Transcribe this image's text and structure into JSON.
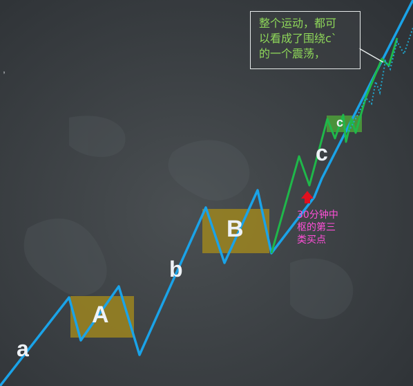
{
  "segments": {
    "a": "a",
    "b": "b",
    "c_large": "c",
    "c_small": "c"
  },
  "pivots": {
    "A": "A",
    "B": "B"
  },
  "callout": {
    "lines": [
      "整个运动，都可",
      "以看成了围绕c`",
      "的一个震荡，"
    ]
  },
  "buy_point_note": {
    "lines": [
      "30分钟中",
      "枢的第三",
      "类买点"
    ]
  },
  "stray_mark": ",",
  "colors": {
    "main_line": "#1aa3e8",
    "sub_line": "#1fb84a",
    "pivot_box": "#9c8520",
    "small_pivot_box": "#4c9a3a",
    "arrow": "#e0101e",
    "callout_text": "#8fd85a",
    "note_text": "#ff4fd8"
  }
}
